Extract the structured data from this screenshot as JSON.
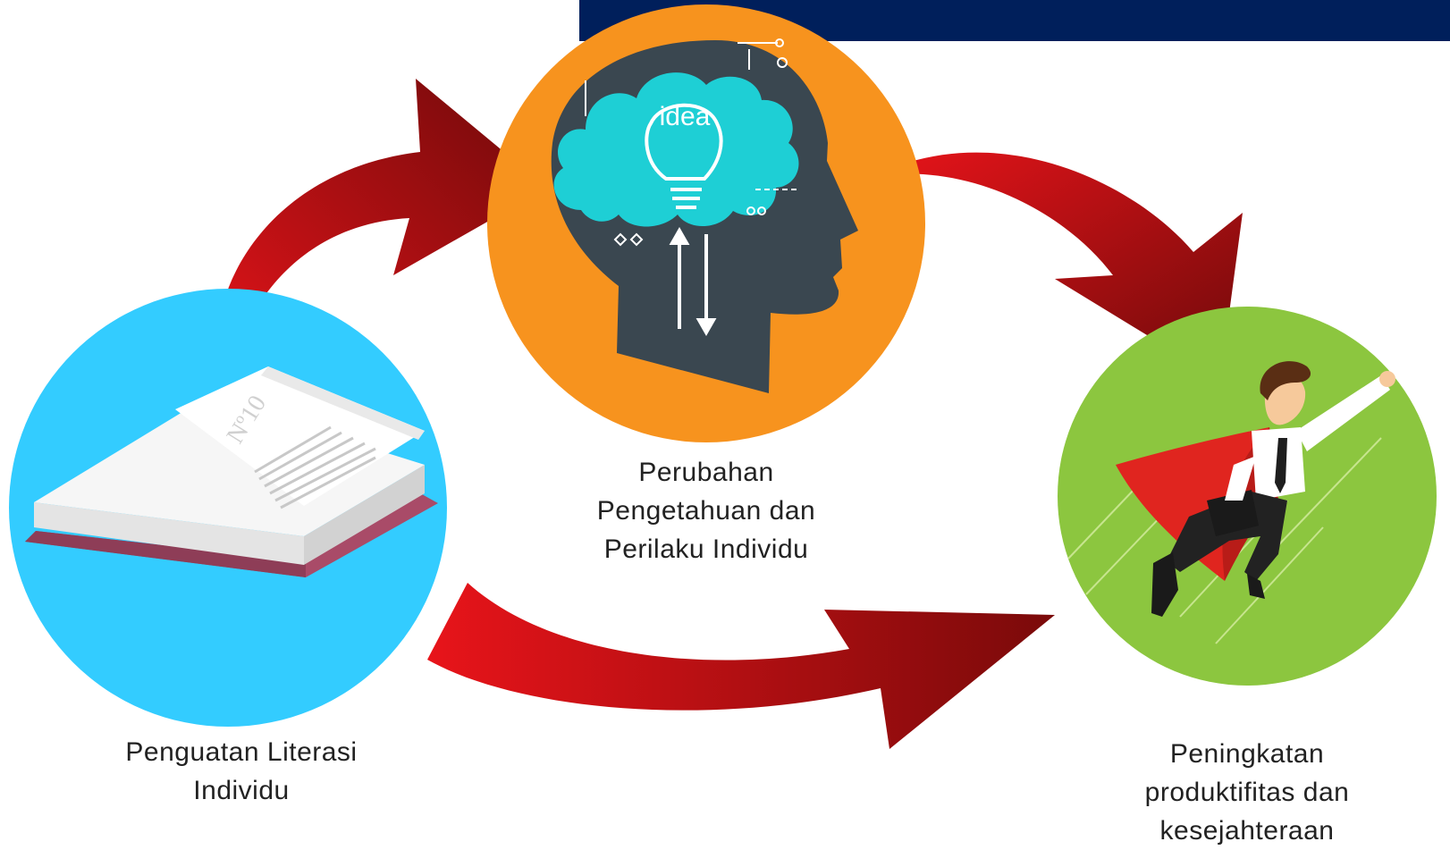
{
  "diagram": {
    "type": "cycle",
    "nodes": [
      {
        "id": "literasi",
        "lines": [
          "Penguatan Literasi",
          "Individu"
        ],
        "icon": "open-book-icon",
        "circle_color": "#33CCFF",
        "book_label": "Nº10"
      },
      {
        "id": "perubahan",
        "lines": [
          "Perubahan",
          "Pengetahuan dan",
          "Perilaku Individu"
        ],
        "icon": "idea-head-icon",
        "circle_color": "#F7931E",
        "bulb_label": "idea"
      },
      {
        "id": "peningkatan",
        "lines": [
          "Peningkatan",
          "produktifitas dan",
          "kesejahteraan"
        ],
        "icon": "flying-businessman-icon",
        "circle_color": "#8CC63F"
      }
    ],
    "arrows": [
      {
        "from": "literasi",
        "to": "perubahan"
      },
      {
        "from": "perubahan",
        "to": "peningkatan"
      },
      {
        "from": "literasi",
        "to": "peningkatan"
      }
    ],
    "colors": {
      "arrow_light": "#E8141A",
      "arrow_dark": "#6E0A0A",
      "top_bar": "#001F5B",
      "head": "#3A4750",
      "brain": "#1ECFD5"
    }
  }
}
